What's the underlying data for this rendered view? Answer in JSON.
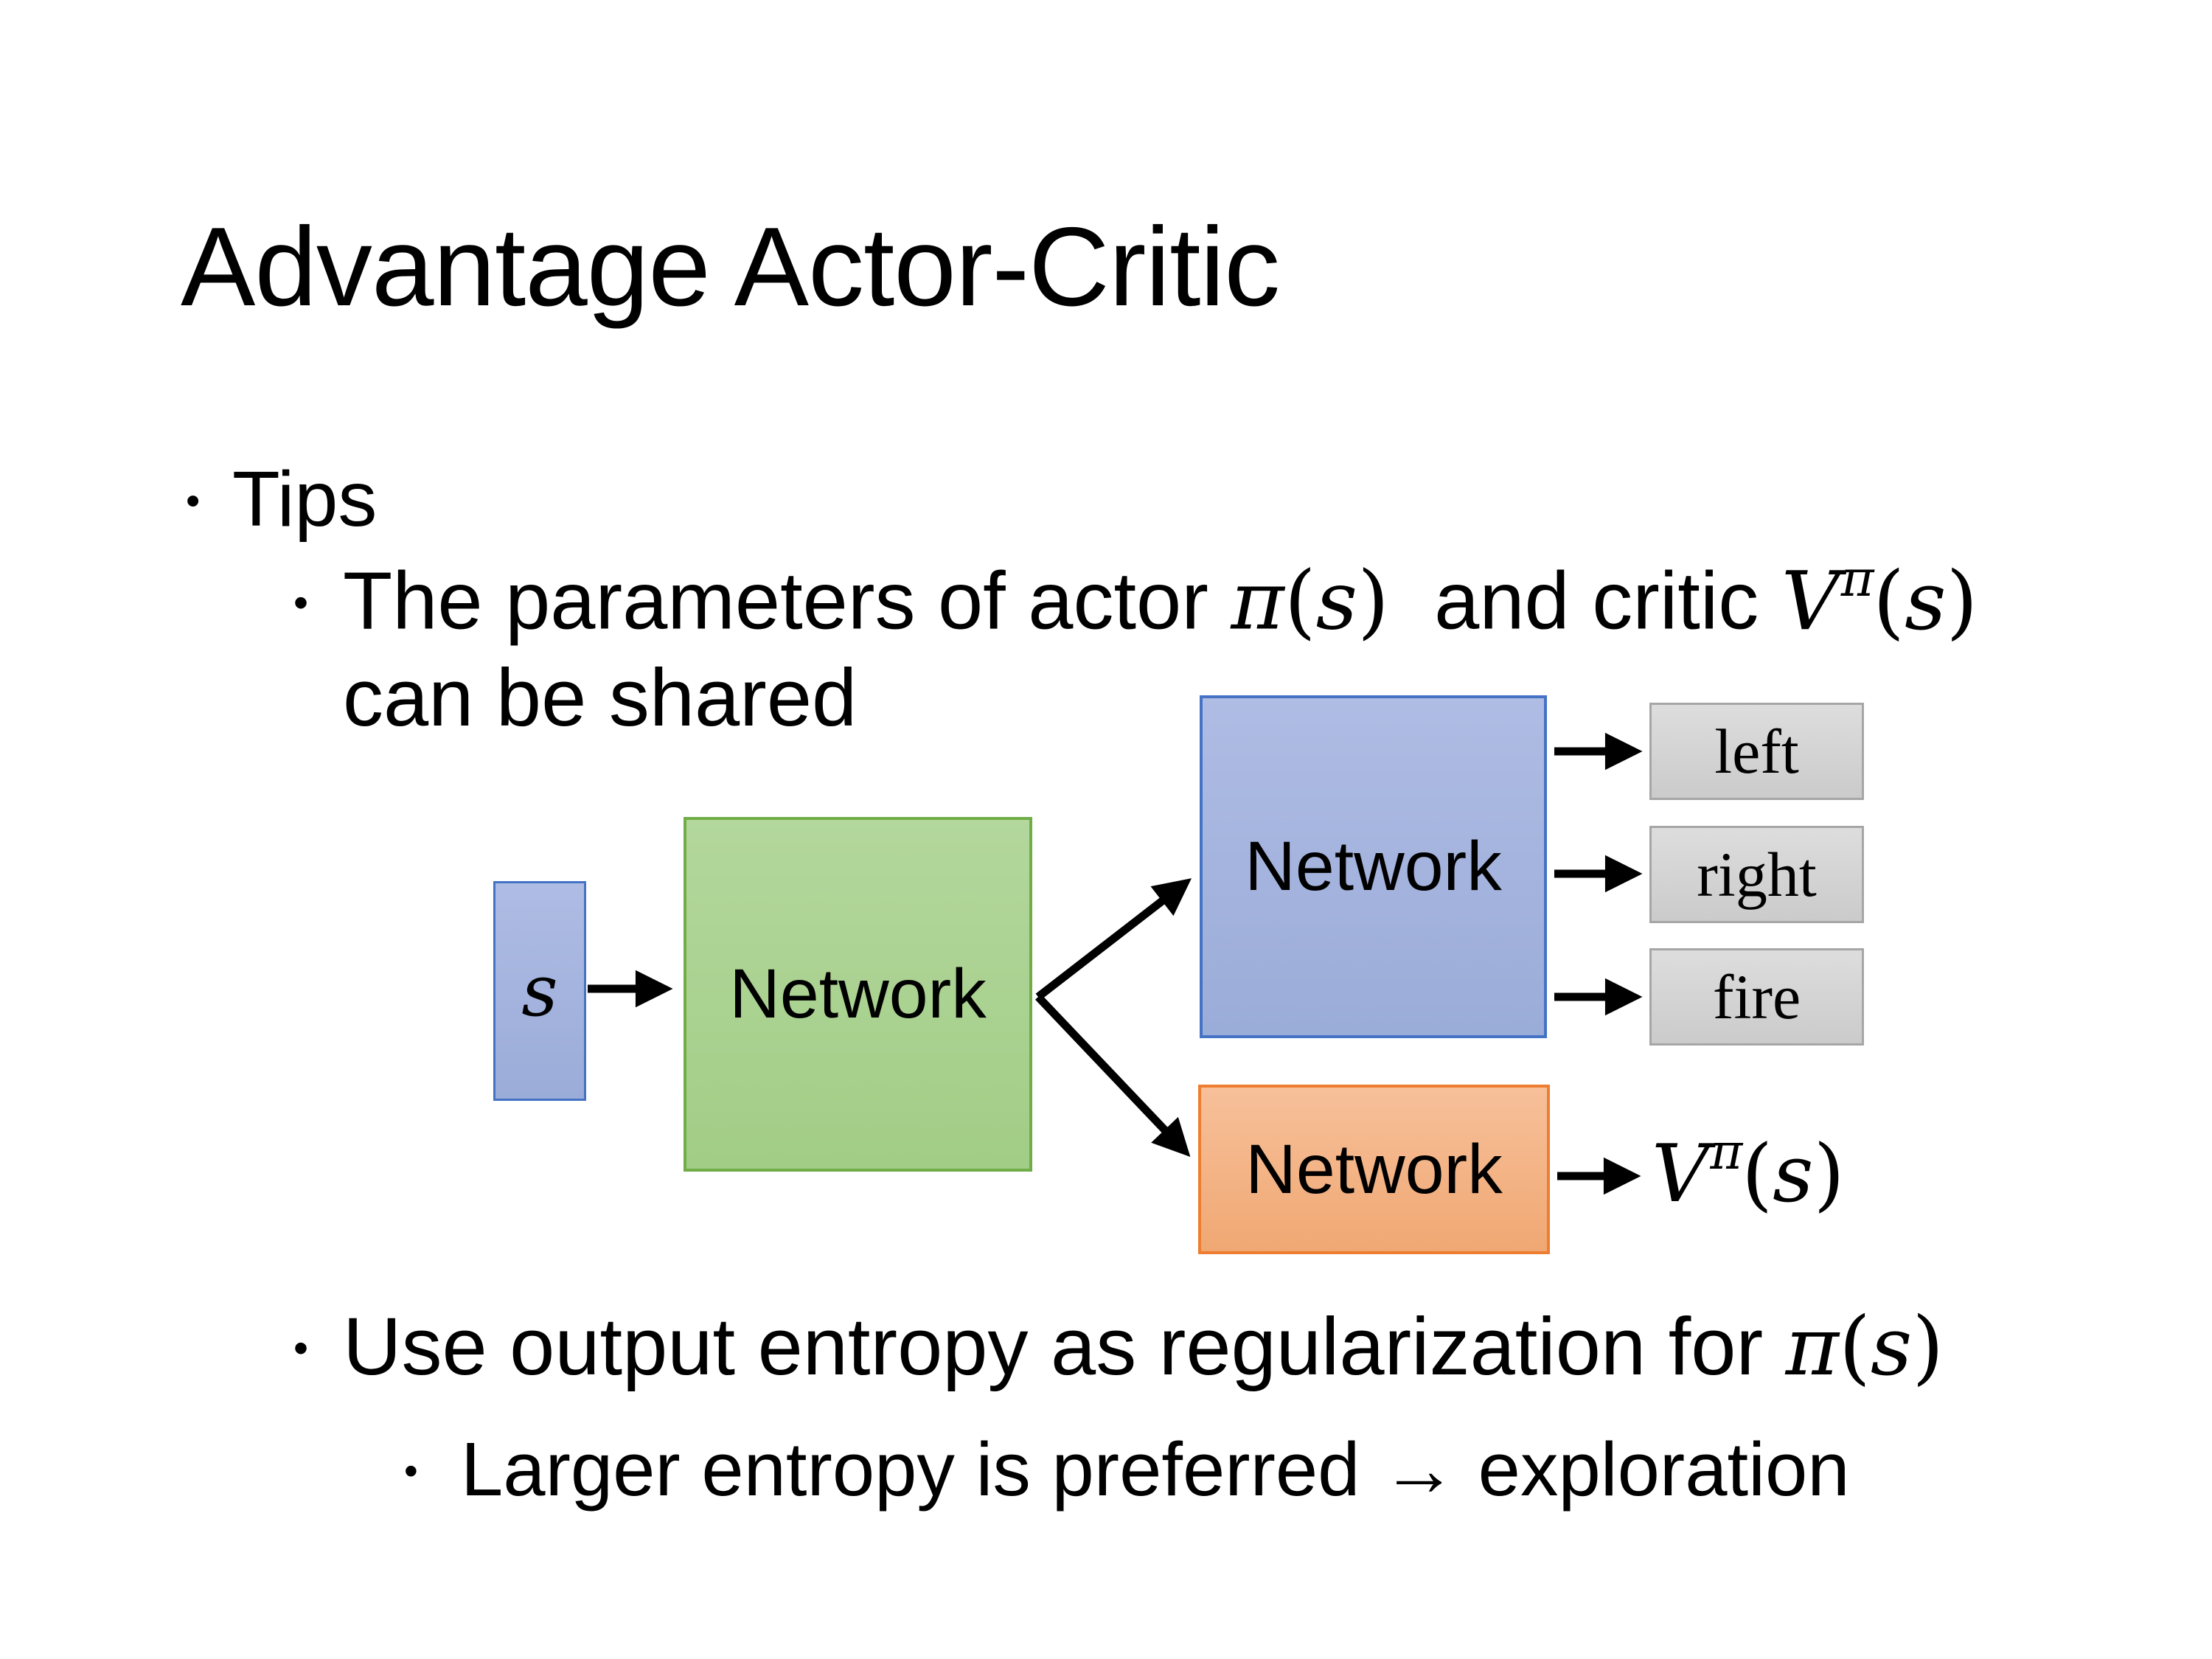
{
  "slide_title": "Advantage Actor-Critic",
  "bullets": {
    "bullet_glyph": "•",
    "tips": "Tips",
    "shared_pre": "The parameters of actor",
    "shared_mid": "and critic",
    "shared_line2": "can be shared",
    "entropy_pre": "Use output entropy as regularization for",
    "exploration": "Larger entropy is preferred → exploration"
  },
  "math": {
    "pi": "π",
    "s": "s",
    "V": "V",
    "open": "(",
    "close": ")"
  },
  "diagram": {
    "state_label": "s",
    "shared_network_label": "Network",
    "actor_network_label": "Network",
    "critic_network_label": "Network",
    "actions": [
      {
        "label": "left"
      },
      {
        "label": "right"
      },
      {
        "label": "fire"
      }
    ]
  },
  "colors": {
    "background": "#ffffff",
    "text": "#000000",
    "blue_top": "#afbce4",
    "blue_bottom": "#9aacd8",
    "blue_border": "#4472c4",
    "green_top": "#b3d79c",
    "green_bottom": "#a2cd86",
    "green_border": "#70ad47",
    "orange_top": "#f7c09a",
    "orange_bottom": "#f0a873",
    "orange_border": "#ed7d31",
    "gray_top": "#dddddd",
    "gray_bottom": "#cbcbcb",
    "gray_border": "#a6a6a6",
    "arrow": "#000000"
  }
}
